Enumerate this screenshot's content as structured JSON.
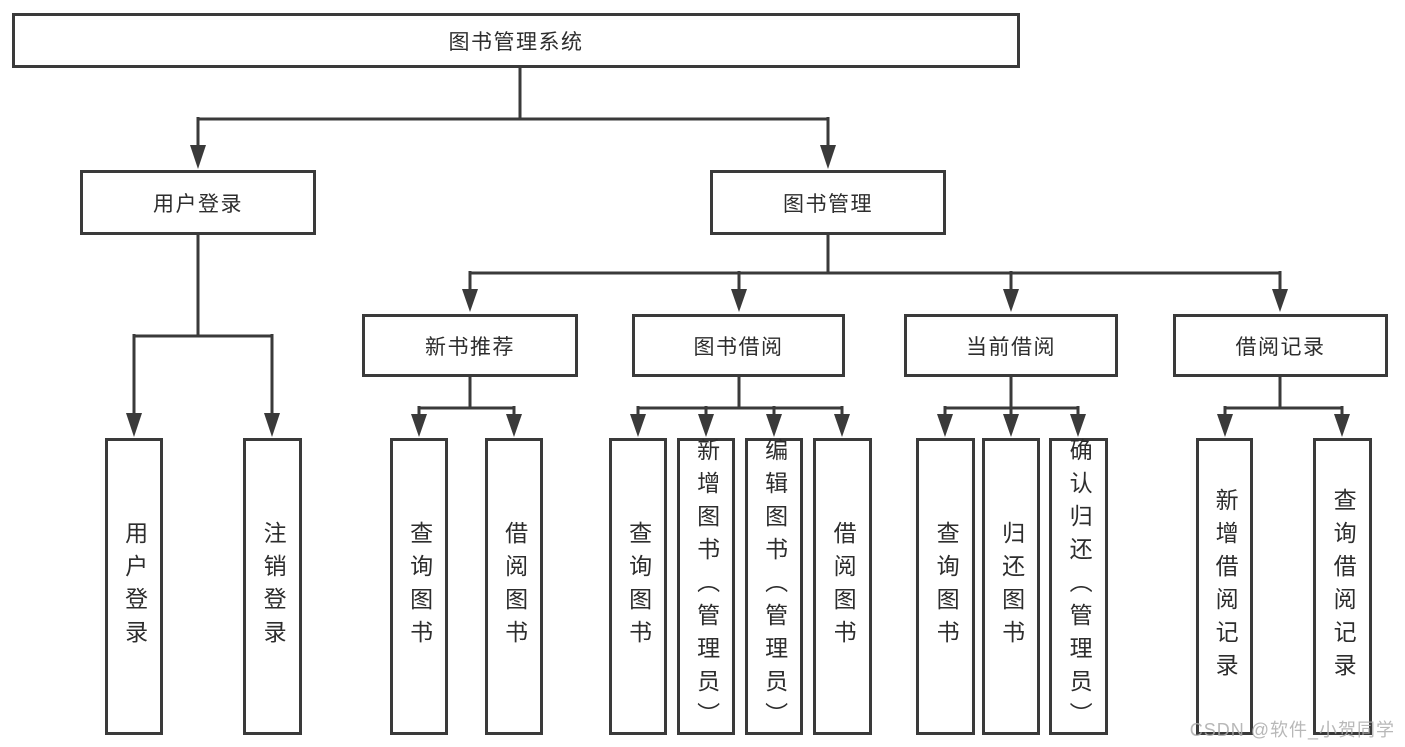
{
  "diagram": {
    "root": {
      "label": "图书管理系统"
    },
    "level2": {
      "user_login": {
        "label": "用户登录"
      },
      "book_mgmt": {
        "label": "图书管理"
      }
    },
    "level3": {
      "new_book_rec": {
        "label": "新书推荐"
      },
      "book_borrow": {
        "label": "图书借阅"
      },
      "current_borrow": {
        "label": "当前借阅"
      },
      "borrow_record": {
        "label": "借阅记录"
      }
    },
    "leaves": {
      "user_login_leaf": {
        "label": "用户登录"
      },
      "logout": {
        "label": "注销登录"
      },
      "rec_query": {
        "label": "查询图书"
      },
      "rec_borrow": {
        "label": "借阅图书"
      },
      "bb_query": {
        "label": "查询图书"
      },
      "bb_add": {
        "label": "新增图书（管理员）"
      },
      "bb_edit": {
        "label": "编辑图书（管理员）"
      },
      "bb_borrow": {
        "label": "借阅图书"
      },
      "cb_query": {
        "label": "查询图书"
      },
      "cb_return": {
        "label": "归还图书"
      },
      "cb_confirm": {
        "label": "确认归还（管理员）"
      },
      "br_add": {
        "label": "新增借阅记录"
      },
      "br_query": {
        "label": "查询借阅记录"
      }
    },
    "line_color": "#3a3a3a"
  },
  "watermark": {
    "text": "CSDN @软件_小贺同学"
  }
}
